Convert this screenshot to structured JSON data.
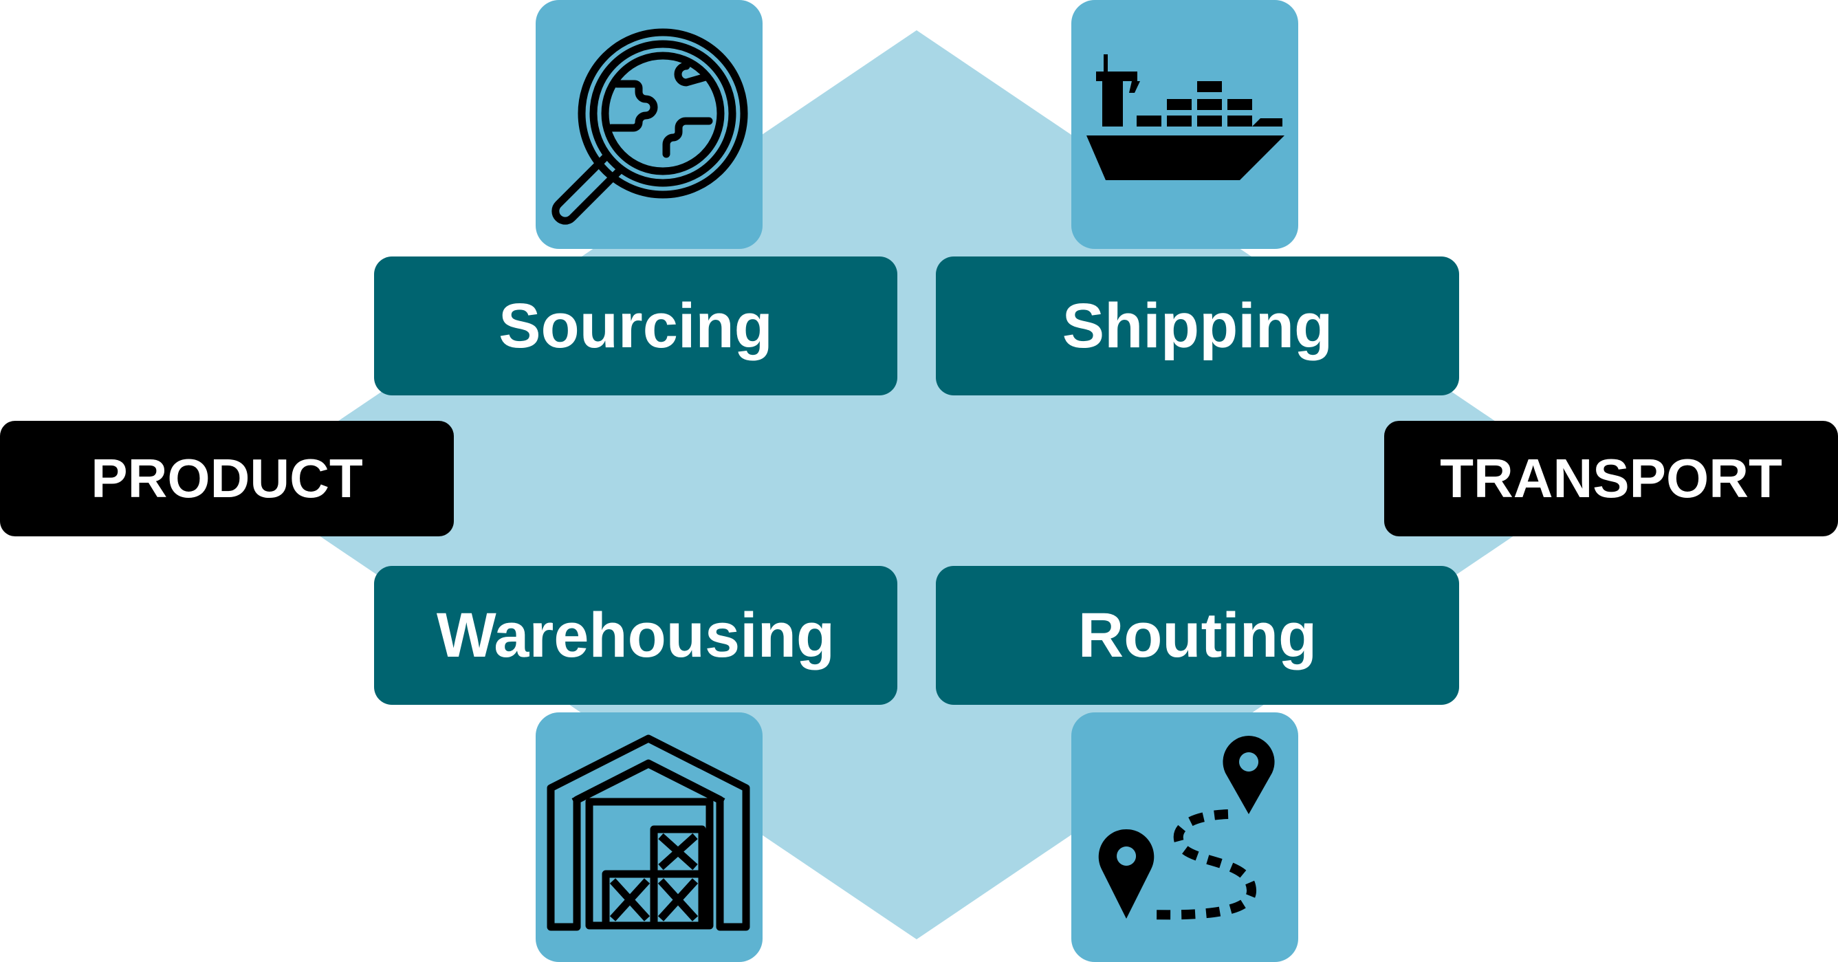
{
  "colors": {
    "background": "#ffffff",
    "hexagon": "#a9d7e6",
    "teal_box": "#006470",
    "black_box": "#000000",
    "icon_box": "#5eb3d1",
    "text": "#ffffff",
    "icon_stroke": "#000000"
  },
  "groups": {
    "product": "PRODUCT",
    "transport": "TRANSPORT"
  },
  "steps": {
    "sourcing": "Sourcing",
    "shipping": "Shipping",
    "warehousing": "Warehousing",
    "routing": "Routing"
  },
  "icons": {
    "sourcing": "globe-magnifier-icon",
    "shipping": "cargo-ship-icon",
    "warehousing": "warehouse-icon",
    "routing": "map-route-icon"
  }
}
